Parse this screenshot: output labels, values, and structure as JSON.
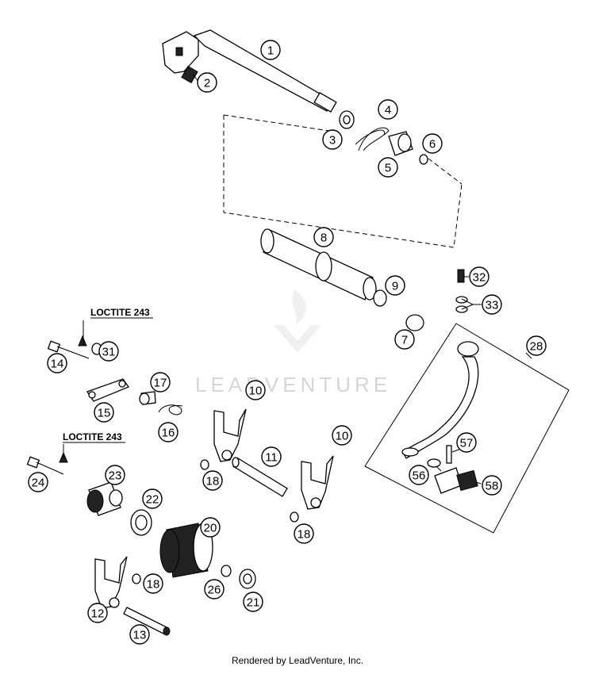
{
  "callouts": [
    "1",
    "2",
    "3",
    "4",
    "5",
    "6",
    "8",
    "9",
    "32",
    "33",
    "7",
    "28",
    "14",
    "31",
    "15",
    "17",
    "16",
    "10",
    "10",
    "11",
    "18",
    "18",
    "24",
    "23",
    "22",
    "20",
    "12",
    "18",
    "26",
    "21",
    "13",
    "57",
    "56",
    "58"
  ],
  "loctite_labels": [
    "LOCTITE 243",
    "LOCTITE 243"
  ],
  "watermark": "LEADVENTURE",
  "footer": "Rendered by LeadVenture, Inc."
}
